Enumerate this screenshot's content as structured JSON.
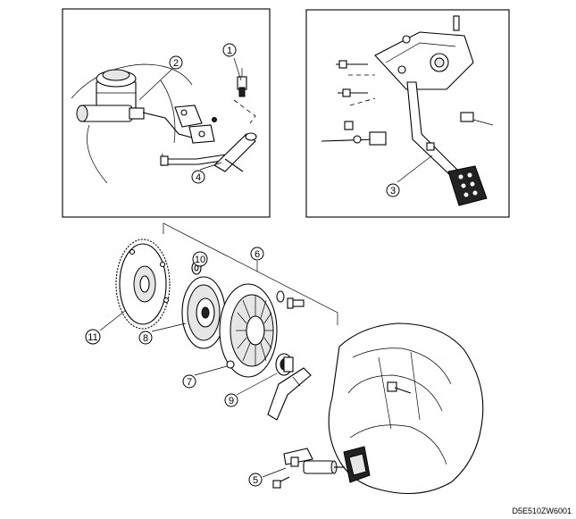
{
  "callouts": [
    {
      "id": "c1",
      "label": "1"
    },
    {
      "id": "c2",
      "label": "2"
    },
    {
      "id": "c3",
      "label": "3"
    },
    {
      "id": "c4",
      "label": "4"
    },
    {
      "id": "c5",
      "label": "5"
    },
    {
      "id": "c6",
      "label": "6"
    },
    {
      "id": "c7",
      "label": "7"
    },
    {
      "id": "c8",
      "label": "8"
    },
    {
      "id": "c9",
      "label": "9"
    },
    {
      "id": "c10",
      "label": "10"
    },
    {
      "id": "c11",
      "label": "11"
    }
  ],
  "figure_code": "D5E510ZW6001"
}
